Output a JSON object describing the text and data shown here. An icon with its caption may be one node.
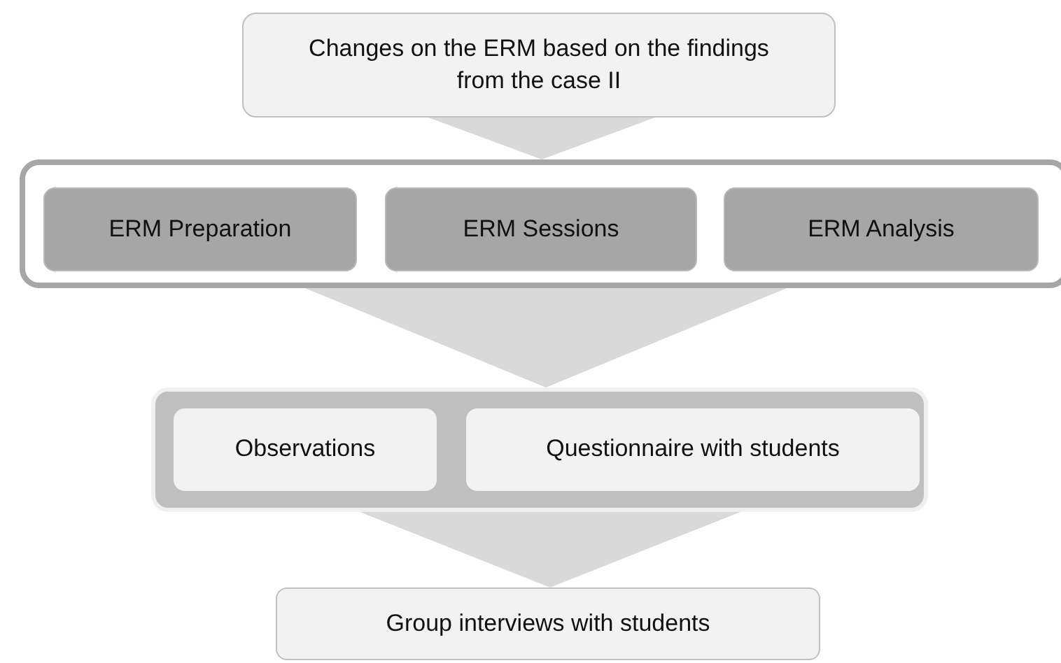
{
  "diagram": {
    "nodes": [
      {
        "text": [
          "Changes on the ERM based on the findings from the case II"
        ]
      },
      {
        "text": [],
        "shape": "box"
      },
      {
        "text": [
          "ERM Preparation"
        ],
        "in": 1
      },
      {
        "text": [
          "ERM Sessions"
        ],
        "in": 1
      },
      {
        "text": [
          "ERM Analysis"
        ],
        "in": 1
      },
      {
        "text": [],
        "shape": "box"
      },
      {
        "text": [
          "Observations"
        ],
        "in": 5
      },
      {
        "text": [
          "Questionnaire with students"
        ],
        "in": 5
      },
      {
        "text": [
          "Group interviews with students"
        ]
      }
    ],
    "edges": [
      {
        "from": 0,
        "to": 1,
        "arrow": "to"
      },
      {
        "from": 1,
        "to": 5,
        "arrow": "to"
      },
      {
        "from": 5,
        "to": 8,
        "arrow": "to"
      }
    ]
  }
}
